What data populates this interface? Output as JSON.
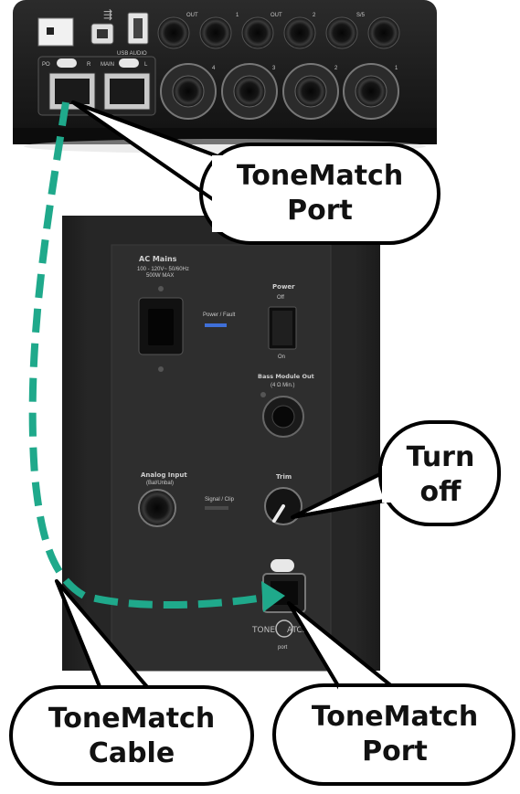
{
  "mixer": {
    "out_label_1": "OUT",
    "out_label_2": "OUT",
    "port_1": "1",
    "port_2": "2",
    "s5": "S/5",
    "usb_audio": "USB AUDIO",
    "r_label": "R",
    "main_label": "MAIN",
    "l_label": "L",
    "po_label": "PO",
    "ch4": "4",
    "ch3": "3",
    "ch2": "2",
    "ch1": "1"
  },
  "panel": {
    "ac_mains": "AC Mains",
    "ac_spec_1": "100 - 120V~ 50/60Hz",
    "ac_spec_2": "500W MAX",
    "power_fault": "Power / Fault",
    "power": "Power",
    "off": "Off",
    "on": "On",
    "bass_out": "Bass Module Out",
    "bass_spec": "(4 Ω Min.)",
    "analog_input": "Analog Input",
    "analog_spec": "(Bal/Unbal)",
    "signal_clip": "Signal / Clip",
    "trim": "Trim",
    "tonematch_logo_1": "TONE",
    "tonematch_logo_2": "ATCH",
    "tonematch_port_word": "port"
  },
  "callouts": {
    "top_port_line1": "ToneMatch",
    "top_port_line2": "Port",
    "turn_off_line1": "Turn",
    "turn_off_line2": "off",
    "cable_line1": "ToneMatch",
    "cable_line2": "Cable",
    "bottom_port_line1": "ToneMatch",
    "bottom_port_line2": "Port"
  },
  "colors": {
    "cable": "#1fa98b",
    "power_fault_led": "#3f6fd8",
    "panel": "#2d2d2d",
    "device": "#1a1a1a"
  }
}
